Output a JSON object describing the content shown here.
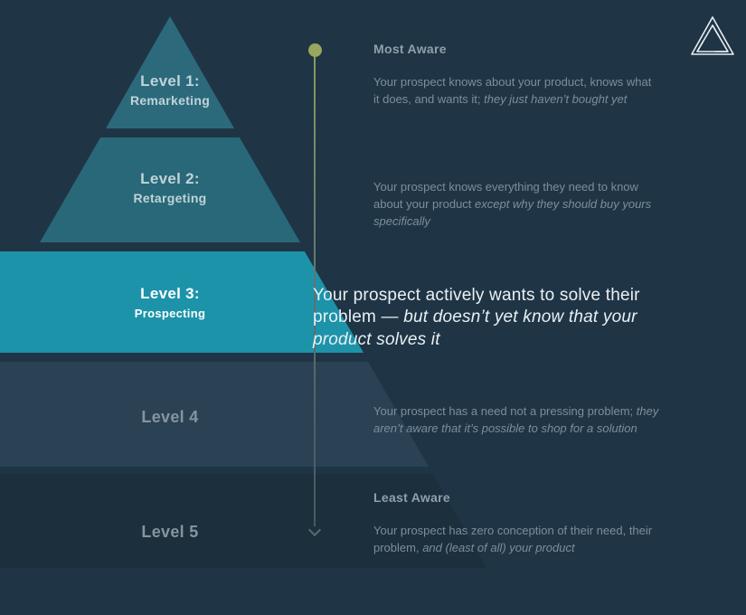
{
  "colors": {
    "background": "#1f3545",
    "pyramid_level1": "#2c6a7b",
    "pyramid_level2": "#296878",
    "pyramid_level3_highlight": "#1d93aa",
    "band_level4": "#2b4255",
    "band_level5": "#1c2f3c",
    "timeline_dot": "#9aa55e",
    "text_muted": "#7d8d9a",
    "text_heading": "#8fa0ab",
    "text_bright": "#e9f0f4"
  },
  "icons": {
    "logo": "penrose-triangle-logo",
    "timeline_dot": "timeline-start-dot",
    "timeline_arrow": "arrow-down-icon"
  },
  "pyramid": {
    "levels": [
      {
        "title": "Level 1:",
        "subtitle": "Remarketing"
      },
      {
        "title": "Level 2:",
        "subtitle": "Retargeting"
      },
      {
        "title": "Level 3:",
        "subtitle": "Prospecting"
      },
      {
        "title": "Level 4",
        "subtitle": ""
      },
      {
        "title": "Level 5",
        "subtitle": ""
      }
    ]
  },
  "annotations": {
    "most_aware": {
      "heading": "Most Aware",
      "body_normal": "Your prospect knows about your product, knows what it does, and wants it; ",
      "body_italic": "they just haven’t bought yet"
    },
    "level2": {
      "body_normal": "Your prospect knows everything they need to know about your product ",
      "body_italic": "except why they should buy yours specifically"
    },
    "level3": {
      "body_normal": "Your prospect actively wants to solve their problem — ",
      "body_italic": "but doesn’t yet know that your product solves it"
    },
    "level4": {
      "body_normal": "Your prospect has a need not a pressing problem; ",
      "body_italic": "they aren’t aware that it’s possible to shop for a solution"
    },
    "least_aware": {
      "heading": "Least Aware",
      "body_normal": "Your prospect has zero conception of their need, their problem, ",
      "body_italic": "and (least of all) your product"
    }
  }
}
